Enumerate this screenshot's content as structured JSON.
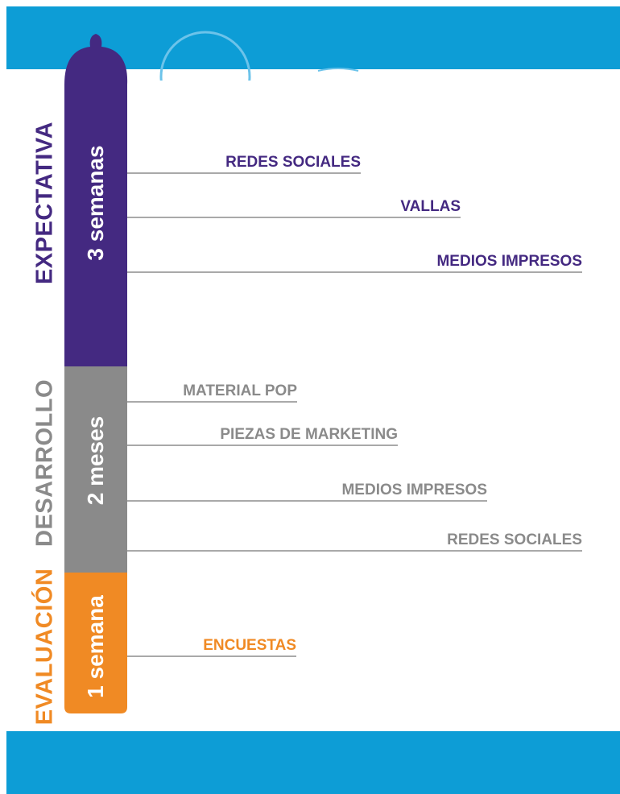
{
  "colors": {
    "band": "#0d9dd6",
    "expectativa": "#442981",
    "desarrollo": "#8a8a8a",
    "evaluacion": "#f08a24",
    "line": "#a9a9a9",
    "ring": "#6cc3ea"
  },
  "phases": [
    {
      "id": "expectativa",
      "label": "EXPECTATIVA",
      "duration": "3 semanas",
      "items": [
        "REDES SOCIALES",
        "VALLAS",
        "MEDIOS IMPRESOS"
      ]
    },
    {
      "id": "desarrollo",
      "label": "DESARROLLO",
      "duration": "2 meses",
      "items": [
        "MATERIAL POP",
        "PIEZAS DE MARKETING",
        "MEDIOS IMPRESOS",
        "REDES SOCIALES"
      ]
    },
    {
      "id": "evaluacion",
      "label": "EVALUACIÓN",
      "duration": "1 semana",
      "items": [
        "ENCUESTAS"
      ]
    }
  ]
}
